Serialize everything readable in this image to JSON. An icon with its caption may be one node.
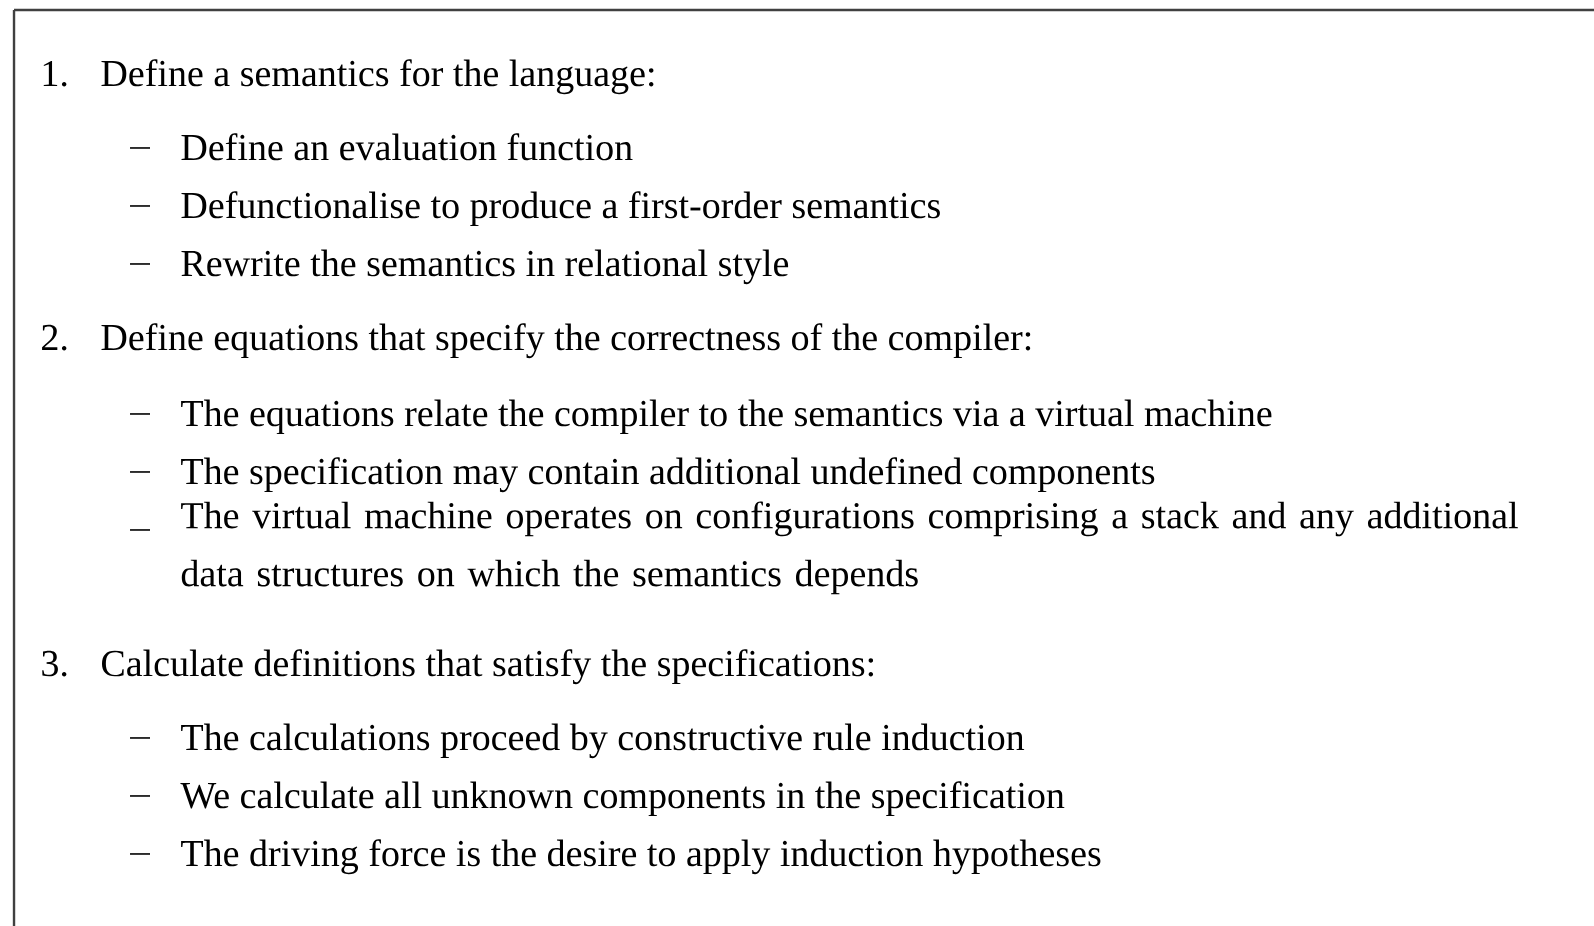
{
  "diagram": {
    "labels": [
      "1.",
      "Define a semantics for the language:",
      "Define an evaluation function",
      "Defunctionalise to produce a first-order semantics",
      "Rewrite the semantics in relational style",
      "2.",
      "Define equations that specify the correctness of the compiler:",
      "The equations relate the compiler to the semantics via a virtual machine",
      "The specification may contain additional undefined components",
      "The virtual machine operates on configurations comprising a stack and any additional data structures on which the semantics depends",
      "3.",
      "Calculate definitions that satisfy the specifications:",
      "The calculations proceed by constructive rule induction",
      "We calculate all unknown components in the specification",
      "The driving force is the desire to apply induction hypotheses"
    ]
  }
}
